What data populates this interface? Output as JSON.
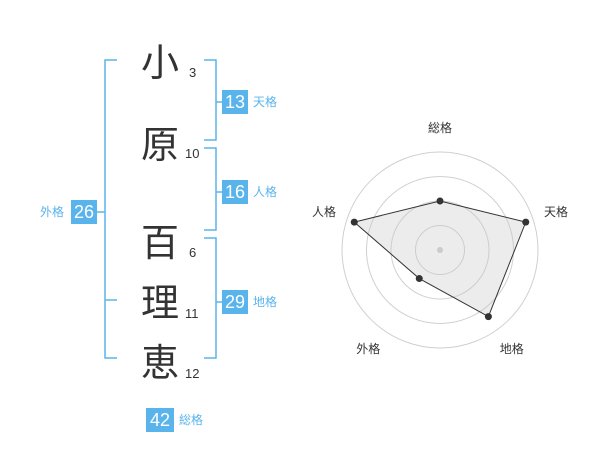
{
  "name": {
    "chars": [
      {
        "char": "小",
        "strokes": "3"
      },
      {
        "char": "原",
        "strokes": "10"
      },
      {
        "char": "百",
        "strokes": "6"
      },
      {
        "char": "理",
        "strokes": "11"
      },
      {
        "char": "恵",
        "strokes": "12"
      }
    ]
  },
  "fortunes": {
    "tenkaku": {
      "value": "13",
      "label": "天格"
    },
    "jinkaku": {
      "value": "16",
      "label": "人格"
    },
    "chikaku": {
      "value": "29",
      "label": "地格"
    },
    "gaikaku": {
      "value": "26",
      "label": "外格"
    },
    "soukaku": {
      "value": "42",
      "label": "総格"
    }
  },
  "colors": {
    "accent": "#5ab4ec",
    "text": "#333333",
    "grid": "#cccccc"
  },
  "chart_data": {
    "type": "radar",
    "axes": [
      "総格",
      "天格",
      "地格",
      "外格",
      "人格"
    ],
    "max": 5,
    "rings": 4,
    "values": [
      2.5,
      4.6,
      4.2,
      1.8,
      4.6
    ]
  }
}
